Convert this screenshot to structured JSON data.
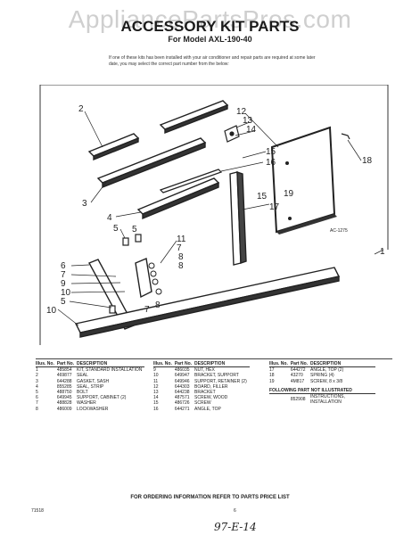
{
  "watermark": "AppliancePartsPros.com",
  "title": "ACCESSORY KIT PARTS",
  "subtitle": "For Model AXL-190-40",
  "note": "If one of these kits has been installed with your air conditioner and repair parts are required at some later date, you may select the correct part number from the below:",
  "diagram": {
    "ref": "AC-1275",
    "callouts": [
      "1",
      "2",
      "3",
      "4",
      "5",
      "5",
      "6",
      "7",
      "7",
      "7",
      "8",
      "8",
      "9",
      "10",
      "11",
      "12",
      "13",
      "14",
      "15",
      "15",
      "16",
      "17",
      "18",
      "19"
    ]
  },
  "table_headers": {
    "illus_no": "Illus. No.",
    "part_no": "Part No.",
    "description": "DESCRIPTION"
  },
  "col1": [
    {
      "no": "1",
      "part": "485854",
      "desc": "KIT, STANDARD INSTALLATION"
    },
    {
      "no": "2",
      "part": "469877",
      "desc": "SEAL"
    },
    {
      "no": "3",
      "part": "644288",
      "desc": "GASKET, SASH"
    },
    {
      "no": "4",
      "part": "855285",
      "desc": "SEAL, STRIP"
    },
    {
      "no": "5",
      "part": "488750",
      "desc": "BOLT"
    },
    {
      "no": "6",
      "part": "649945",
      "desc": "SUPPORT, CABINET (2)"
    },
    {
      "no": "7",
      "part": "488828",
      "desc": "WASHER"
    },
    {
      "no": "8",
      "part": "486009",
      "desc": "LOCKWASHER"
    }
  ],
  "col2": [
    {
      "no": "9",
      "part": "486035",
      "desc": "NUT, HEX"
    },
    {
      "no": "10",
      "part": "649947",
      "desc": "BRACKET, SUPPORT"
    },
    {
      "no": "11",
      "part": "649946",
      "desc": "SUPPORT, RETAINER (2)"
    },
    {
      "no": "12",
      "part": "644303",
      "desc": "BOARD, FILLER"
    },
    {
      "no": "13",
      "part": "644238",
      "desc": "BRACKET"
    },
    {
      "no": "14",
      "part": "487571",
      "desc": "SCREW, WOOD"
    },
    {
      "no": "15",
      "part": "486726",
      "desc": "SCREW"
    },
    {
      "no": "16",
      "part": "644271",
      "desc": "ANGLE, TOP"
    }
  ],
  "col3": [
    {
      "no": "17",
      "part": "644272",
      "desc": "ANGLE, TOP (2)"
    },
    {
      "no": "18",
      "part": "43270",
      "desc": "SPRING (4)"
    },
    {
      "no": "19",
      "part": "4M817",
      "desc": "SCREW, 8 x 3/8"
    }
  ],
  "not_illustrated": "FOLLOWING PART NOT ILLUSTRATED",
  "not_illustrated_row": {
    "part": "852908",
    "desc": "INSTRUCTIONS, INSTALLATION"
  },
  "footer_order": "FOR ORDERING INFORMATION REFER TO PARTS PRICE LIST",
  "doc_code": "71518",
  "page_num": "6",
  "handwritten": "97-E-14"
}
